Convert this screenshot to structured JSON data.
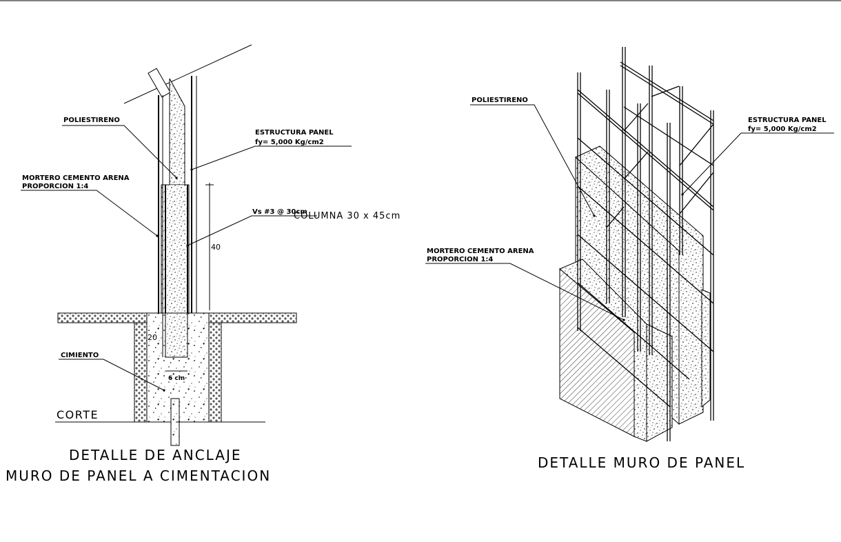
{
  "left_detail": {
    "labels": {
      "poliestireno": "POLIESTIRENO",
      "estructura_panel": "ESTRUCTURA PANEL",
      "fy": "fy= 5,000 Kg/cm2",
      "mortero": "MORTERO CEMENTO ARENA",
      "proporcion": "PROPORCION 1:4",
      "varilla": "Vs #3 @ 30cm",
      "columna": "COLUMNA 30 x 45cm",
      "dim_40": "40",
      "dim_20": "20",
      "dim_6cm": "6 cm",
      "cimiento": "CIMIENTO",
      "corte": "CORTE"
    },
    "title_line1": "DETALLE DE ANCLAJE",
    "title_line2": "MURO DE PANEL A CIMENTACION"
  },
  "right_detail": {
    "labels": {
      "poliestireno": "POLIESTIRENO",
      "estructura_panel": "ESTRUCTURA PANEL",
      "fy": "fy= 5,000 Kg/cm2",
      "mortero": "MORTERO CEMENTO ARENA",
      "proporcion": "PROPORCION 1:4"
    },
    "title": "DETALLE MURO DE PANEL"
  }
}
